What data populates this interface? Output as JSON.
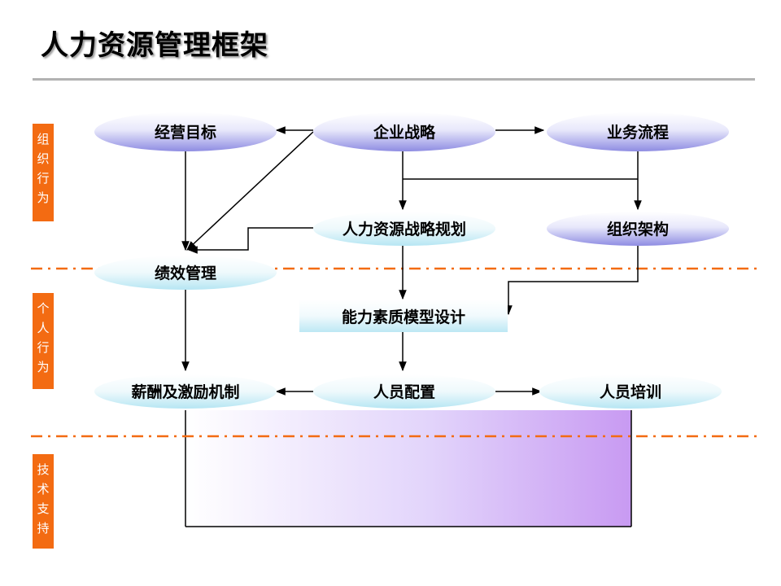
{
  "title": "人力资源管理框架",
  "sections": {
    "org": "组织行为",
    "personal": "个人行为",
    "tech": "技术支持"
  },
  "nodes": {
    "business_goals": "经营目标",
    "corporate_strategy": "企业战略",
    "business_process": "业务流程",
    "hr_strategy_planning": "人力资源战略规划",
    "org_structure": "组织架构",
    "performance_mgmt": "绩效管理",
    "competency_model": "能力素质模型设计",
    "compensation": "薪酬及激励机制",
    "staffing": "人员配置",
    "training": "人员培训"
  },
  "colors": {
    "accent": "#f36b12",
    "ellipse_purple": "#9b99e6",
    "ellipse_teal": "#bfeaf5",
    "tech_gradient_end": "#c89af2"
  }
}
